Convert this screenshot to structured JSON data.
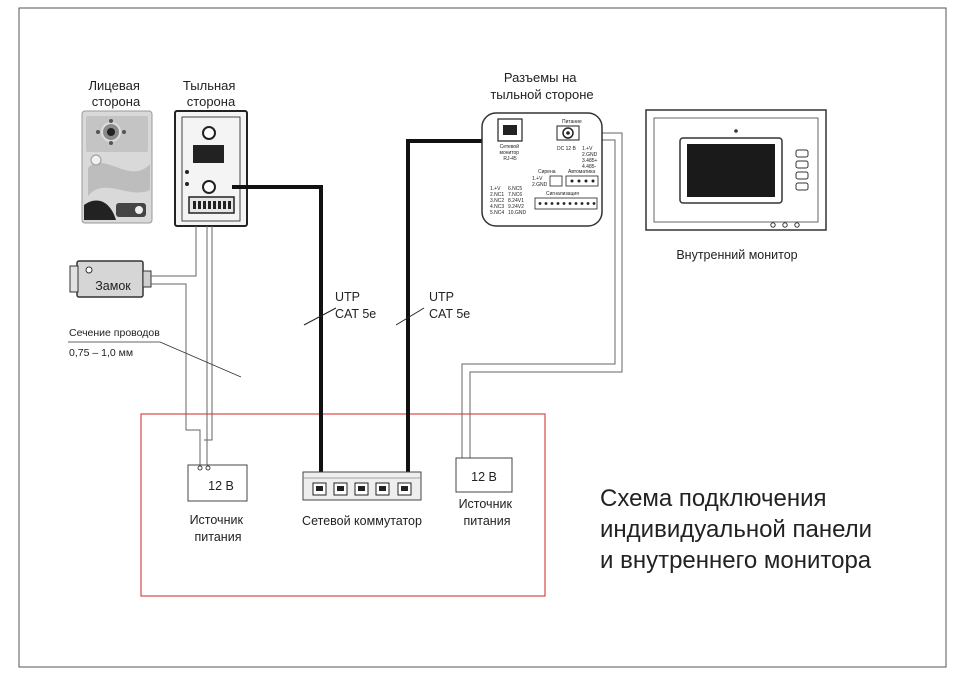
{
  "labels": {
    "front_side": [
      "Лицевая",
      "сторона"
    ],
    "back_side": [
      "Тыльная",
      "сторона"
    ],
    "connectors": [
      "Разъемы на",
      "тыльной стороне"
    ],
    "indoor_monitor": "Внутренний монитор",
    "lock": "Замок",
    "wire_section": [
      "Сечение проводов",
      "0,75 – 1,0 мм"
    ],
    "utp_left": [
      "UTP",
      "CAT 5e"
    ],
    "utp_right": [
      "UTP",
      "CAT 5e"
    ],
    "psu_left_voltage": "12 В",
    "psu_left_caption": [
      "Источник",
      "питания"
    ],
    "psu_right_voltage": "12 В",
    "psu_right_caption": [
      "Источник",
      "питания"
    ],
    "switch_caption": "Сетевой коммутатор",
    "title": [
      "Схема подключения",
      "индивидуальной панели",
      "и внутреннего монитора"
    ]
  },
  "connector_panel": {
    "network": [
      "Сетевой",
      "монитор",
      "RJ-45"
    ],
    "power": "Питание",
    "dc": "DC 12 В",
    "rs_pins": [
      "1.+V",
      "2.GND",
      "3.485+",
      "4.485-"
    ],
    "siren": "Сирена",
    "siren_pins": [
      "1.+V",
      "2.GND"
    ],
    "automation": "Автоматика",
    "nc_pins": [
      "1.+V",
      "2.NC1",
      "3.NC2",
      "4.NC3",
      "5.NC4"
    ],
    "nc_pins_right": [
      "6.NC5",
      "7.NC6",
      "8.24V1",
      "9.24V2",
      "10.GND"
    ],
    "alarm": "Сигнализация"
  },
  "colors": {
    "frame": "#555555",
    "red_box": "#d94a4a",
    "cable": "#111111",
    "wire": "#666666"
  }
}
